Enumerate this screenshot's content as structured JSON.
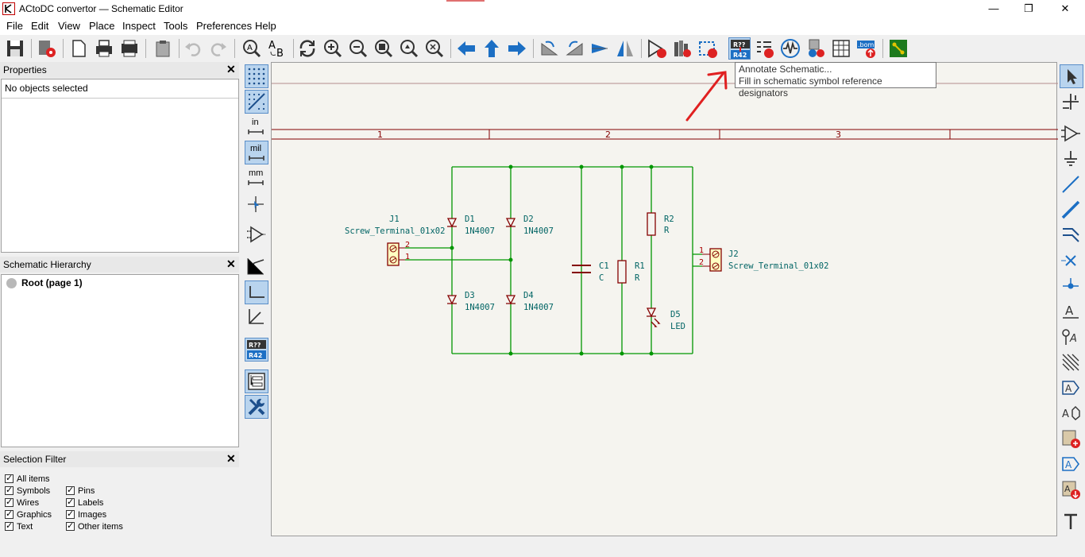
{
  "window": {
    "title": "ACtoDC convertor — Schematic Editor",
    "controls": {
      "minimize": "—",
      "maximize": "❐",
      "close": "✕"
    }
  },
  "menu": [
    "File",
    "Edit",
    "View",
    "Place",
    "Inspect",
    "Tools",
    "Preferences",
    "Help"
  ],
  "properties": {
    "title": "Properties",
    "status": "No objects selected"
  },
  "hierarchy": {
    "title": "Schematic Hierarchy",
    "root": "Root (page 1)"
  },
  "selection_filter": {
    "title": "Selection Filter",
    "items": [
      "All items",
      "Symbols",
      "Pins",
      "Wires",
      "Labels",
      "Graphics",
      "Images",
      "Text",
      "Other items"
    ]
  },
  "left_toolbar": {
    "in_label": "in",
    "mil_label": "mil",
    "mm_label": "mm",
    "annotate_top": "R??",
    "annotate_bottom": "R42"
  },
  "tooltip": {
    "title": "Annotate Schematic...",
    "desc": "Fill in schematic symbol reference designators"
  },
  "sheet": {
    "columns": [
      "1",
      "2",
      "3"
    ]
  },
  "schematic": {
    "J1": {
      "ref": "J1",
      "value": "Screw_Terminal_01x02",
      "pins": [
        "2",
        "1"
      ]
    },
    "J2": {
      "ref": "J2",
      "value": "Screw_Terminal_01x02",
      "pins": [
        "1",
        "2"
      ]
    },
    "D1": {
      "ref": "D1",
      "value": "1N4007"
    },
    "D2": {
      "ref": "D2",
      "value": "1N4007"
    },
    "D3": {
      "ref": "D3",
      "value": "1N4007"
    },
    "D4": {
      "ref": "D4",
      "value": "1N4007"
    },
    "C1": {
      "ref": "C1",
      "value": "C"
    },
    "R1": {
      "ref": "R1",
      "value": "R"
    },
    "R2": {
      "ref": "R2",
      "value": "R"
    },
    "D5": {
      "ref": "D5",
      "value": "LED"
    }
  },
  "colors": {
    "wire": "#009600",
    "symbol": "#840000",
    "text": "#006464",
    "annotation_arrow": "#e02020",
    "highlight": "#b9d4ee"
  }
}
